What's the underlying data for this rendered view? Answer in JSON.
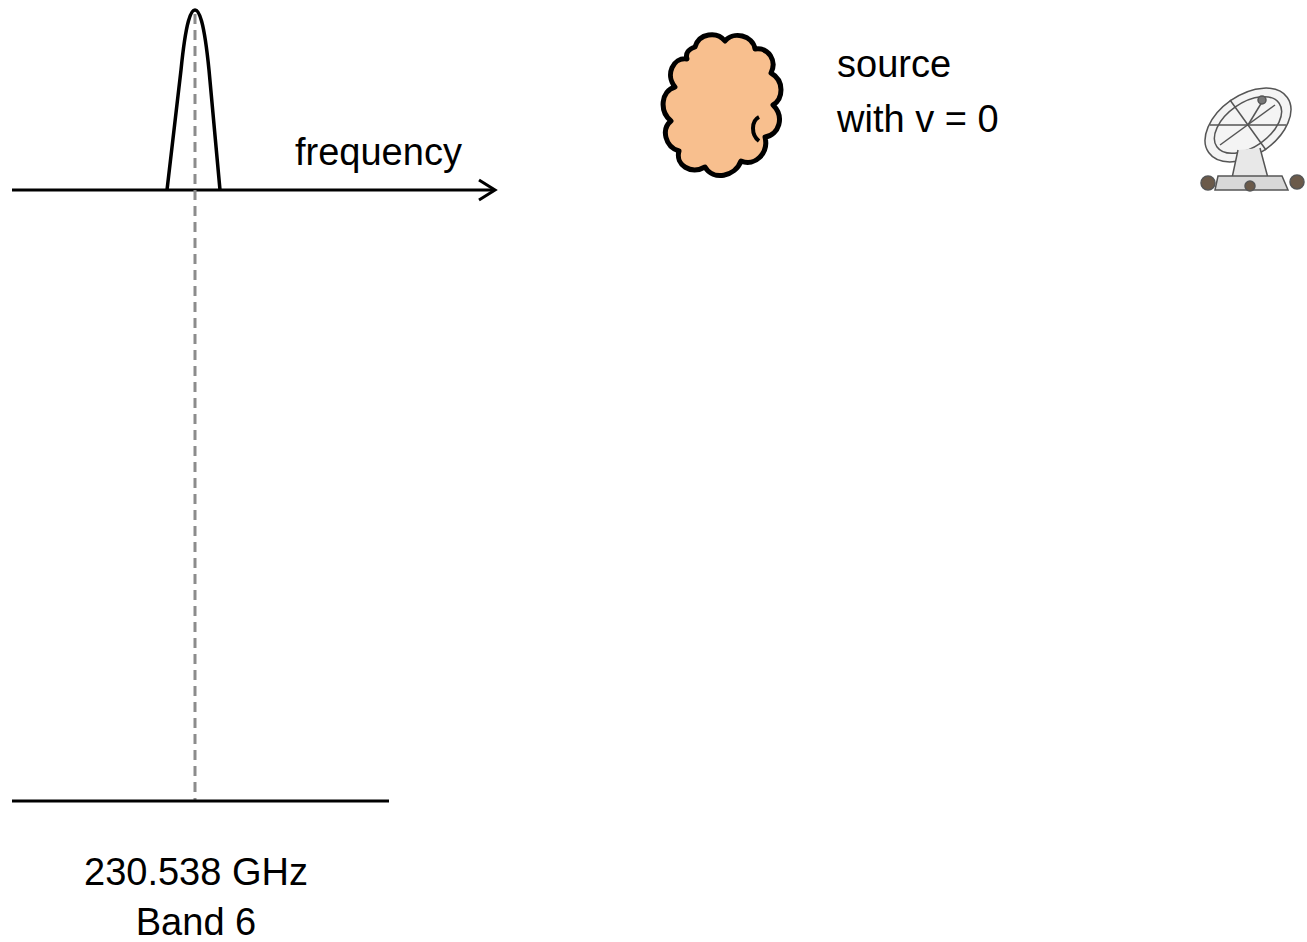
{
  "diagram": {
    "nodes": [
      {
        "text": [
          "source with v = 0"
        ]
      }
    ],
    "labels": [
      "frequency",
      "230.538 GHz",
      "Band 6"
    ]
  }
}
